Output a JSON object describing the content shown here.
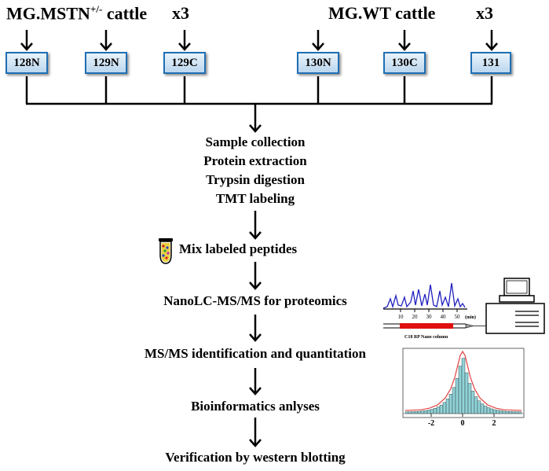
{
  "groups": {
    "mstn": {
      "label": "MG.MSTN",
      "sup": "+/-",
      "suffix": " cattle",
      "replicates": "x3"
    },
    "wt": {
      "label": "MG.WT cattle",
      "replicates": "x3"
    }
  },
  "samples": [
    "128N",
    "129N",
    "129C",
    "130N",
    "130C",
    "131"
  ],
  "steps": {
    "prep": [
      "Sample collection",
      "Protein extraction",
      "Trypsin digestion",
      "TMT labeling"
    ],
    "mix": "Mix labeled peptides",
    "nanolc": "NanoLC-MS/MS for proteomics",
    "identification": "MS/MS identification and quantitation",
    "bioinformatics": "Bioinformatics anlyses",
    "verification": "Verification by western blotting"
  },
  "chromatogram": {
    "ticks": [
      "10",
      "20",
      "30",
      "40",
      "50"
    ],
    "unit": "(min)",
    "column_label": "C18 RP Nano column",
    "colors": {
      "trace": "#2020c0",
      "column": "#e01010"
    }
  },
  "histogram": {
    "ticks": [
      "-2",
      "0",
      "2"
    ],
    "colors": {
      "bars": "#8fd3d8",
      "curve": "#e03030"
    }
  }
}
